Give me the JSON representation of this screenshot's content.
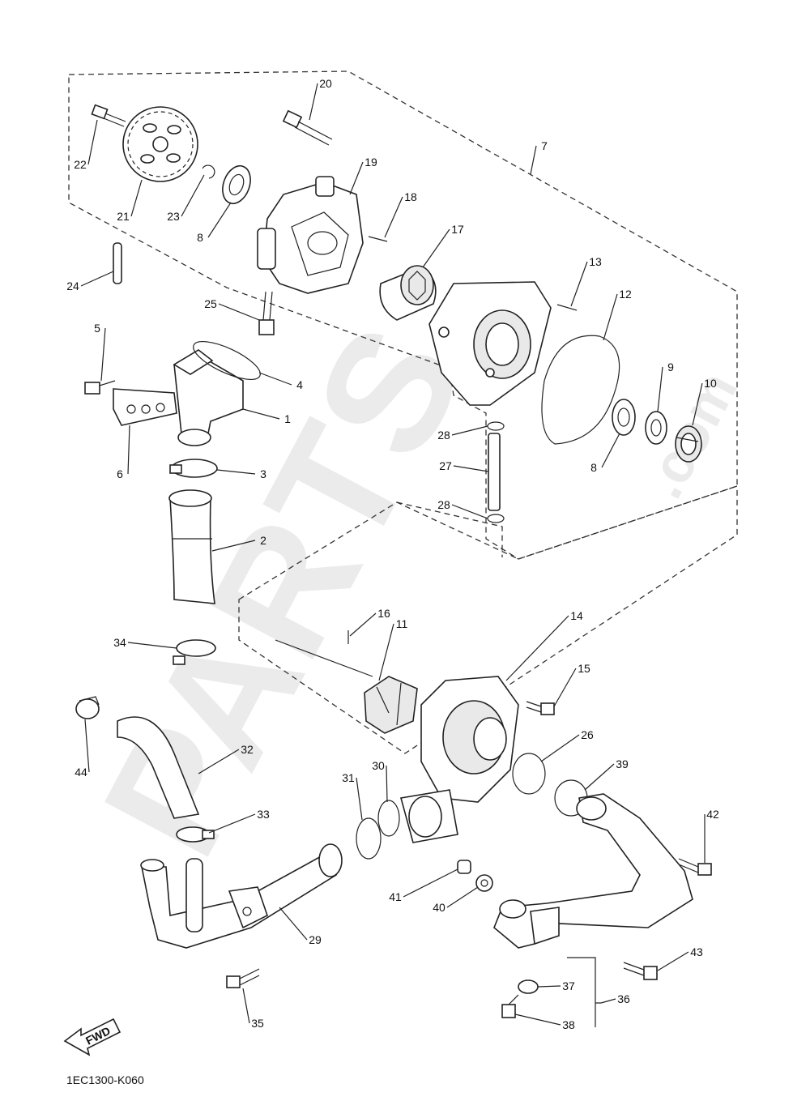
{
  "diagram": {
    "code": "1EC1300-K060",
    "fwd_label": "FWD",
    "watermark_main": "PARTS",
    "watermark_suffix": ".com",
    "callouts": [
      "1",
      "2",
      "3",
      "4",
      "5",
      "6",
      "7",
      "8",
      "8",
      "9",
      "10",
      "11",
      "12",
      "13",
      "14",
      "15",
      "16",
      "17",
      "18",
      "19",
      "20",
      "21",
      "22",
      "23",
      "24",
      "25",
      "26",
      "27",
      "28",
      "28",
      "29",
      "30",
      "31",
      "32",
      "33",
      "34",
      "35",
      "36",
      "37",
      "38",
      "39",
      "40",
      "41",
      "42",
      "43",
      "44"
    ]
  }
}
